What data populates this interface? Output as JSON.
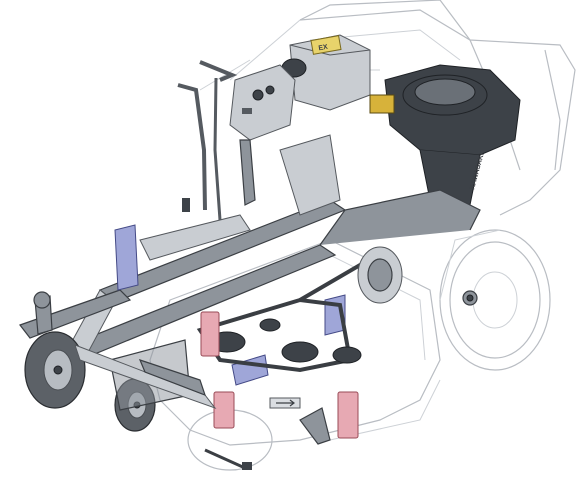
{
  "decal": {
    "text": "EX",
    "color": "#e8d36b"
  },
  "engine_brand": "KAWASAKI",
  "colors": {
    "highlight_pink": "#e7a9b3",
    "highlight_blue": "#9fa6d8",
    "frame_gray": "#8e949b",
    "ghost_outline": "#b9bdc3"
  },
  "icons": [
    "mower-frame",
    "engine",
    "drive-belt",
    "spindle-pulley",
    "caster-wheel",
    "rear-tire",
    "steering-lever"
  ]
}
